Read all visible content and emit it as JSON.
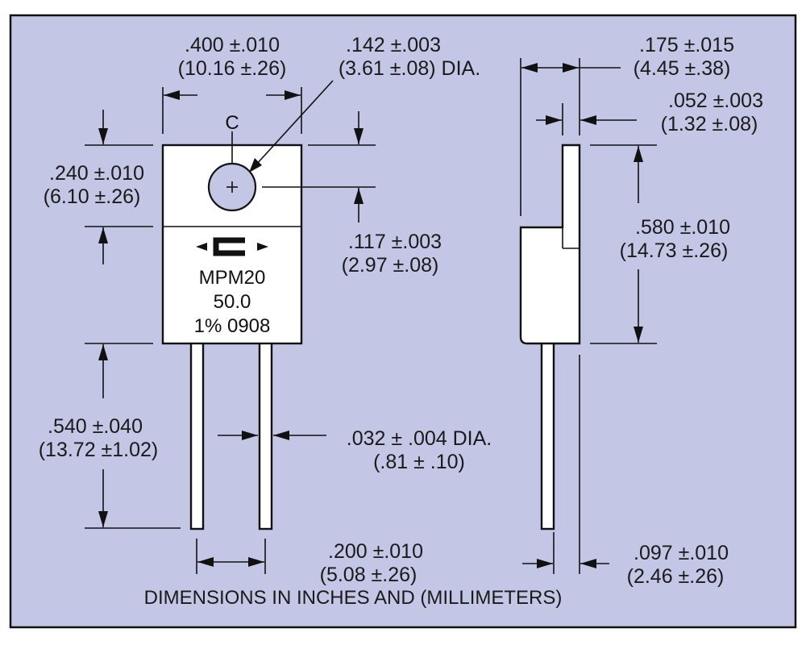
{
  "colors": {
    "background": "#c3c6e5",
    "frame": "#111111",
    "part": "#ffffff"
  },
  "front_view": {
    "width": {
      "inch": ".400 ±.010",
      "mm": "(10.16 ±.26)"
    },
    "hole": {
      "inch": ".142 ±.003",
      "mm": "(3.61 ±.08) DIA."
    },
    "tab_height": {
      "inch": ".240 ±.010",
      "mm": "(6.10 ±.26)"
    },
    "hole_offset": {
      "inch": ".117 ±.003",
      "mm": "(2.97 ±.08)"
    },
    "lead_length": {
      "inch": ".540 ±.040",
      "mm": "(13.72 ±1.02)"
    },
    "lead_diameter": {
      "inch": ".032 ± .004 DIA.",
      "mm": "(.81 ± .10)"
    },
    "lead_spacing": {
      "inch": ".200 ±.010",
      "mm": "(5.08 ±.26)"
    },
    "centerline_symbol": "C",
    "marking": {
      "logo": "C",
      "line1": "MPM20",
      "line2": "50.0",
      "line3": "1% 0908"
    }
  },
  "side_view": {
    "thickness": {
      "inch": ".175 ±.015",
      "mm": "(4.45 ±.38)"
    },
    "tab_thickness": {
      "inch": ".052 ±.003",
      "mm": "(1.32 ±.08)"
    },
    "body_height": {
      "inch": ".580 ±.010",
      "mm": "(14.73 ±.26)"
    },
    "lead_offset": {
      "inch": ".097 ±.010",
      "mm": "(2.46 ±.26)"
    }
  },
  "footer": "DIMENSIONS IN INCHES AND (MILLIMETERS)"
}
